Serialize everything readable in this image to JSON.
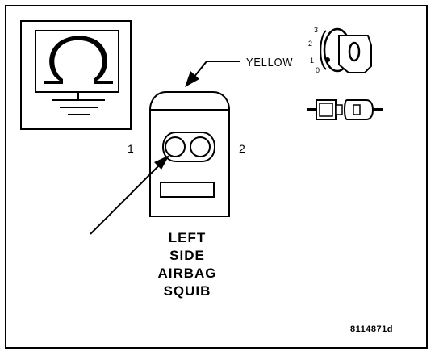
{
  "labels": {
    "wire_color": "YELLOW",
    "pin_1": "1",
    "pin_2": "2",
    "component_lines": [
      "LEFT",
      "SIDE",
      "AIRBAG",
      "SQUIB"
    ],
    "figure_id": "8114871d"
  },
  "ignition_positions": [
    "3",
    "2",
    "1",
    "0"
  ],
  "icons": {
    "meter": "ohmmeter-ground-icon",
    "key": "ignition-key-icon",
    "connector": "disconnected-connector-icon"
  }
}
